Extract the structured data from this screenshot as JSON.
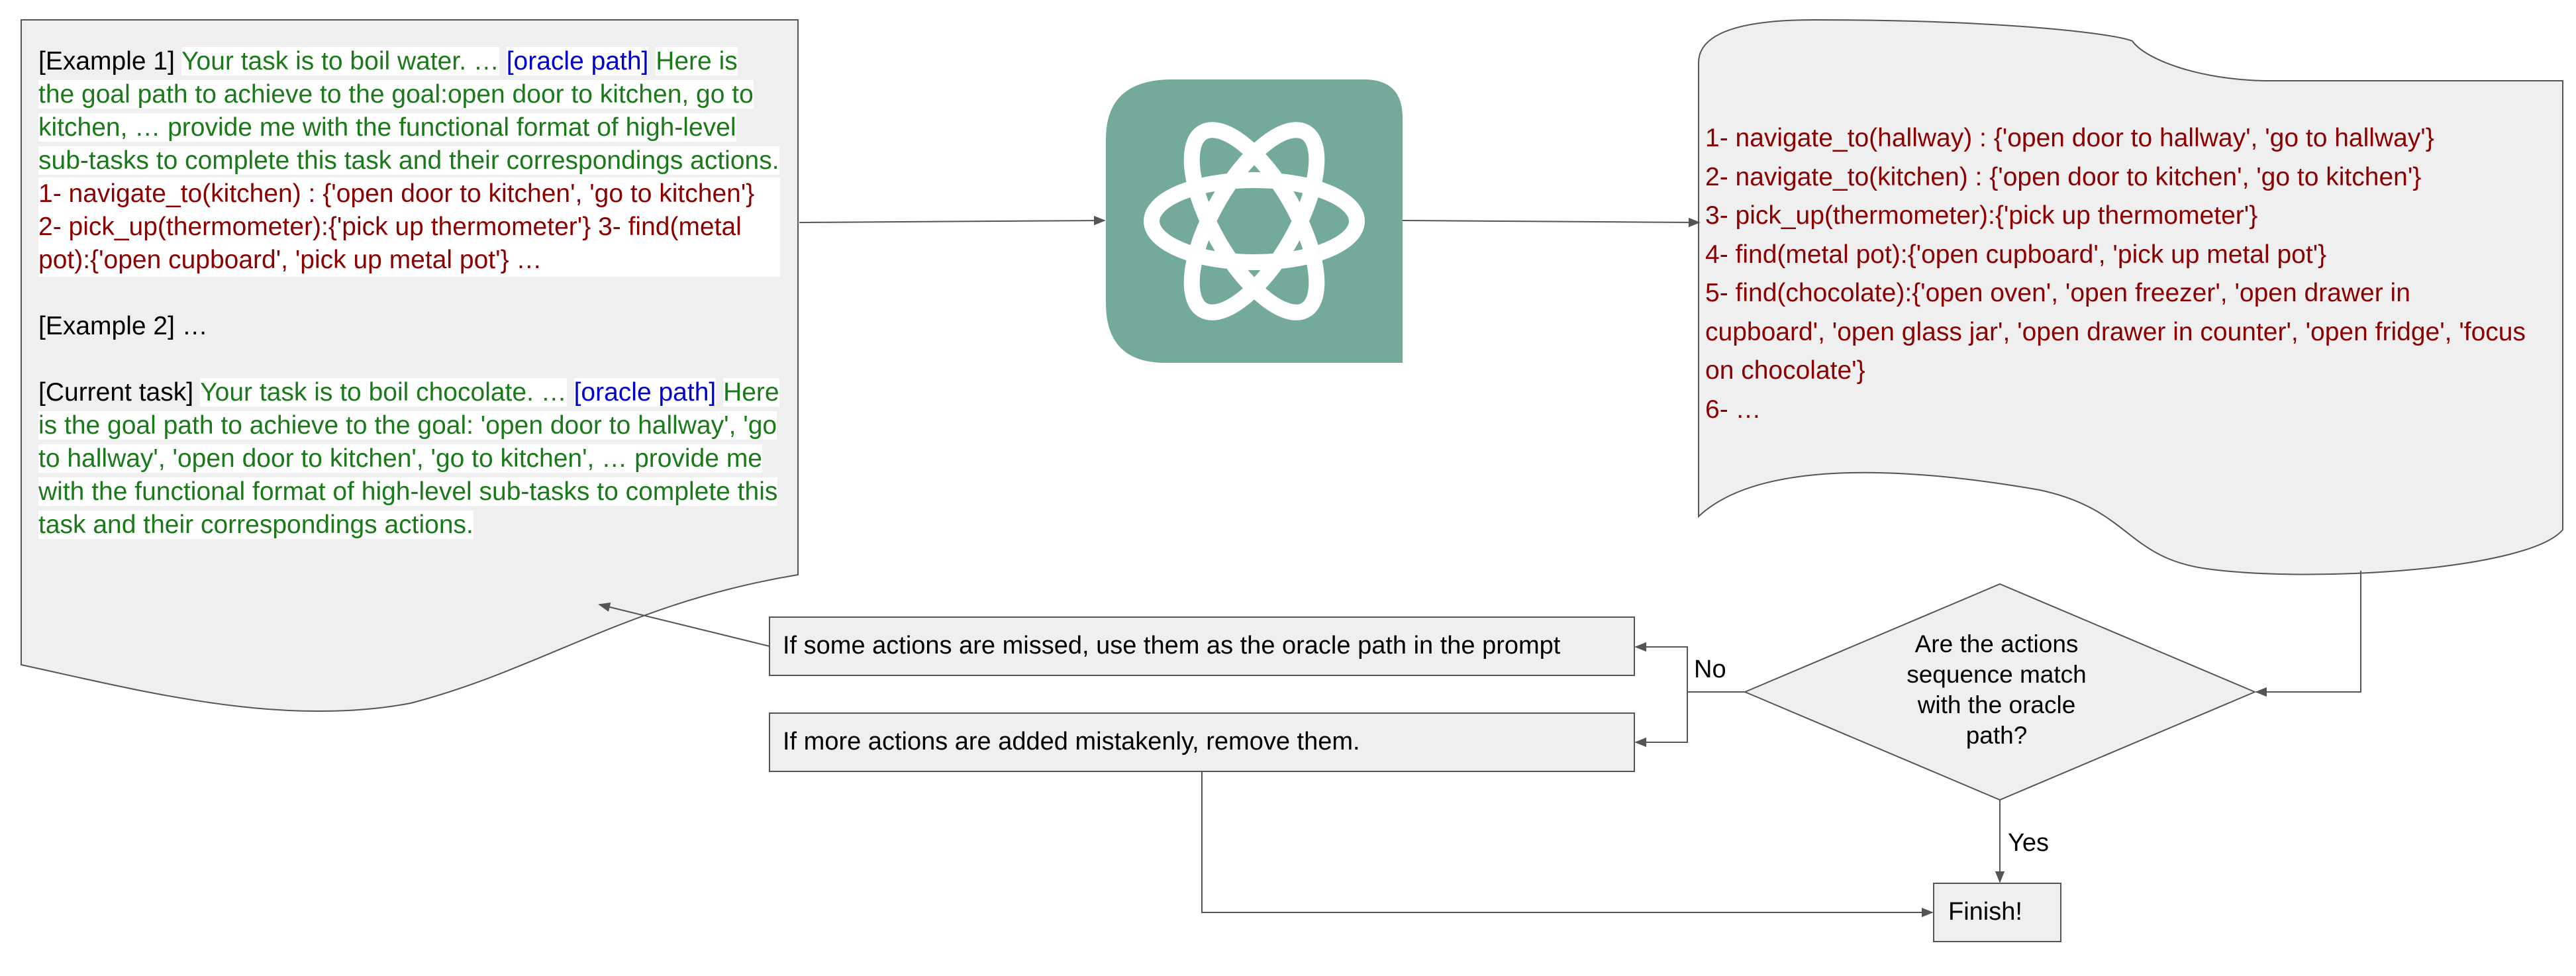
{
  "prompt_document": {
    "example1": {
      "tag": "[Example 1]",
      "task": "Your task is to boil water. …",
      "oracle_tag": "[oracle path]",
      "instruction": "Here is the goal path to achieve to the goal:open door to kitchen, go to kitchen, … provide me with the functional format of high-level sub-tasks to complete this task and their correspondings actions.",
      "answer": "1- navigate_to(kitchen) : {'open door to kitchen', 'go to kitchen'} 2- pick_up(thermometer):{'pick up thermometer'} 3- find(metal pot):{'open cupboard', 'pick up metal pot'} …"
    },
    "example2": {
      "tag": "[Example 2] …"
    },
    "current_task": {
      "tag": "[Current task]",
      "task": "Your task is to boil chocolate. …",
      "oracle_tag": "[oracle path]",
      "instruction": "Here is the goal path to achieve to the goal: 'open door to hallway', 'go to hallway', 'open door to kitchen', 'go to kitchen', … provide me with the functional format of high-level sub-tasks to complete this task and their correspondings actions."
    }
  },
  "llm_icon": "openai-logo-icon",
  "output_document": {
    "lines": [
      "1- navigate_to(hallway) : {'open door to hallway', 'go to hallway'}",
      "2- navigate_to(kitchen) : {'open door to kitchen', 'go to kitchen'}",
      "3- pick_up(thermometer):{'pick up thermometer'}",
      "4- find(metal pot):{'open cupboard', 'pick up metal pot'}",
      "5- find(chocolate):{'open oven', 'open freezer', 'open drawer in cupboard', 'open glass jar', 'open drawer in counter', 'open fridge', 'focus on chocolate'}",
      "6- …"
    ]
  },
  "decision": {
    "question": "Are the actions sequence match with the oracle path?"
  },
  "boxes": {
    "missed": "If some actions are missed, use them as the oracle path in the prompt",
    "added": "If more actions are added mistakenly, remove them.",
    "finish": "Finish!"
  },
  "edge_labels": {
    "no": "No",
    "yes": "Yes"
  },
  "colors": {
    "shape_fill": "#efefef",
    "stroke": "#555555",
    "logo_bg": "#74aa9c",
    "text_green": "#1a7a1a",
    "text_blue": "#0000cc",
    "text_red": "#8b0000"
  }
}
